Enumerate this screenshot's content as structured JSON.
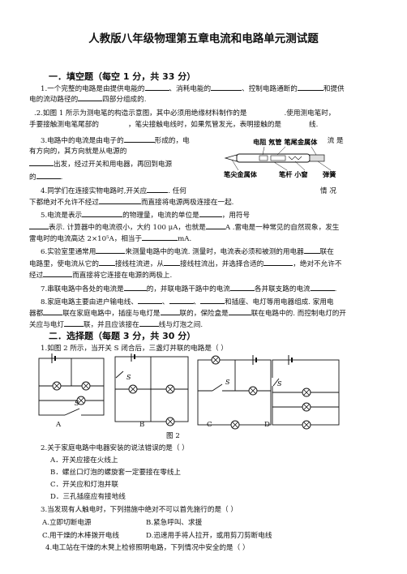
{
  "title": "人教版八年级物理第五章电流和电路单元测试题",
  "section1": {
    "heading": "一．填空题（每空 1 分，共 33 分）",
    "lines": [
      [
        "1.一个完整的电路是由提供电能的",
        "、消耗电能的",
        "、控制电路通断的",
        "和提供"
      ],
      [
        "电的流动路径的",
        "四部分组成的."
      ],
      [
        ".2.如图 1 所示为测电笔的构造示意图，其中必须用绝缘材料制作的是",
        ".使用测电笔时，"
      ],
      [
        "手要接触测电笔尾部的",
        "，笔尖接触电线时，如果氖管发光，表明接触的是",
        "线."
      ],
      [
        "3.电路中的电流是由电子的",
        "形成的，电",
        "流  是"
      ],
      [
        "有方向的，其方向就是从电源的"
      ],
      [
        "",
        "出发，经过开关和用电器，再回到电源"
      ],
      [
        "的",
        "."
      ],
      [
        "4.同学们在连接实物电路时,开关应",
        ". 任何",
        "情  况"
      ],
      [
        "下都绝对不允许不经过",
        "而直接将电源两极连接在一起."
      ],
      [
        "5.电流是表示",
        "的物理量，电流的单位是",
        "，用符号"
      ],
      [
        "",
        "表示. 计算器中的电流很小，大约 100 μA，也就是",
        "A .雷电是一种常见的自然现象，发生"
      ],
      [
        "雷电时的电流高达 2×10⁵A，相当于",
        "mA."
      ],
      [
        "6.实验室里通常用",
        "来测量电路中的电流. 测量时，电流表必须和被测的用电器",
        "联在"
      ],
      [
        "电路里，使电流从它的",
        "接线柱流进，从",
        "接线柱流出，并选择合适的",
        "，绝对不允许不"
      ],
      [
        "经过",
        "而直接将它连接在电源的两极上."
      ],
      [
        "7.串联电路中各处的电流是",
        "的，并联电路干路中的电流",
        "各并联支路的电流",
        "."
      ],
      [
        "8.家庭电路主要由进户输电线、",
        "、",
        "、",
        "和插座、电灯等用电器组成. 家用电"
      ],
      [
        "器都",
        "联在家庭电路中，插座与电灯是",
        "联的，保险盒是",
        "联在电路中的. 而控制电灯的开"
      ],
      [
        "关应与电灯",
        "联，并且应该接在",
        "线与灯泡之间."
      ]
    ]
  },
  "pen_labels": {
    "top": "电阻  氖管 笔尾金属体",
    "bottom_left": "笔尖金属体",
    "bottom_mid": "笔杆  小窗",
    "bottom_right": "弹簧"
  },
  "section2": {
    "heading": "二．选择题（每题 3 分，共 30 分）",
    "q1": "1.如图 2 所示，当开关 S 闭合后，三盏灯并联的电路是（        ）",
    "circuit_labels": [
      "A",
      "B",
      "C",
      "D"
    ],
    "switch_label": "S",
    "figure_caption": "图 2",
    "q2": "2.关于家庭电路中电器安装的说法错误的是（          ）",
    "q2_options": [
      "A．开关应接在火线上",
      "B．螺丝口灯泡的螺旋套一定要接在零线上",
      "C．开关应和灯泡并联",
      "D．三孔插座应有接地线"
    ],
    "q3": "3.当发现有人触电时，下列措施中绝对不可以首先施行的是（          ）",
    "q3_options": [
      "A.立即切断电源",
      "B.紧急呼叫、求援",
      "C.用干燥的木棒拨开电线",
      "D.迅速用手将人拉开，或用剪刀剪断电线"
    ],
    "q4": "4.电工站在干燥的木凳上检修照明电路，下列情况中安全的是（      ）"
  }
}
